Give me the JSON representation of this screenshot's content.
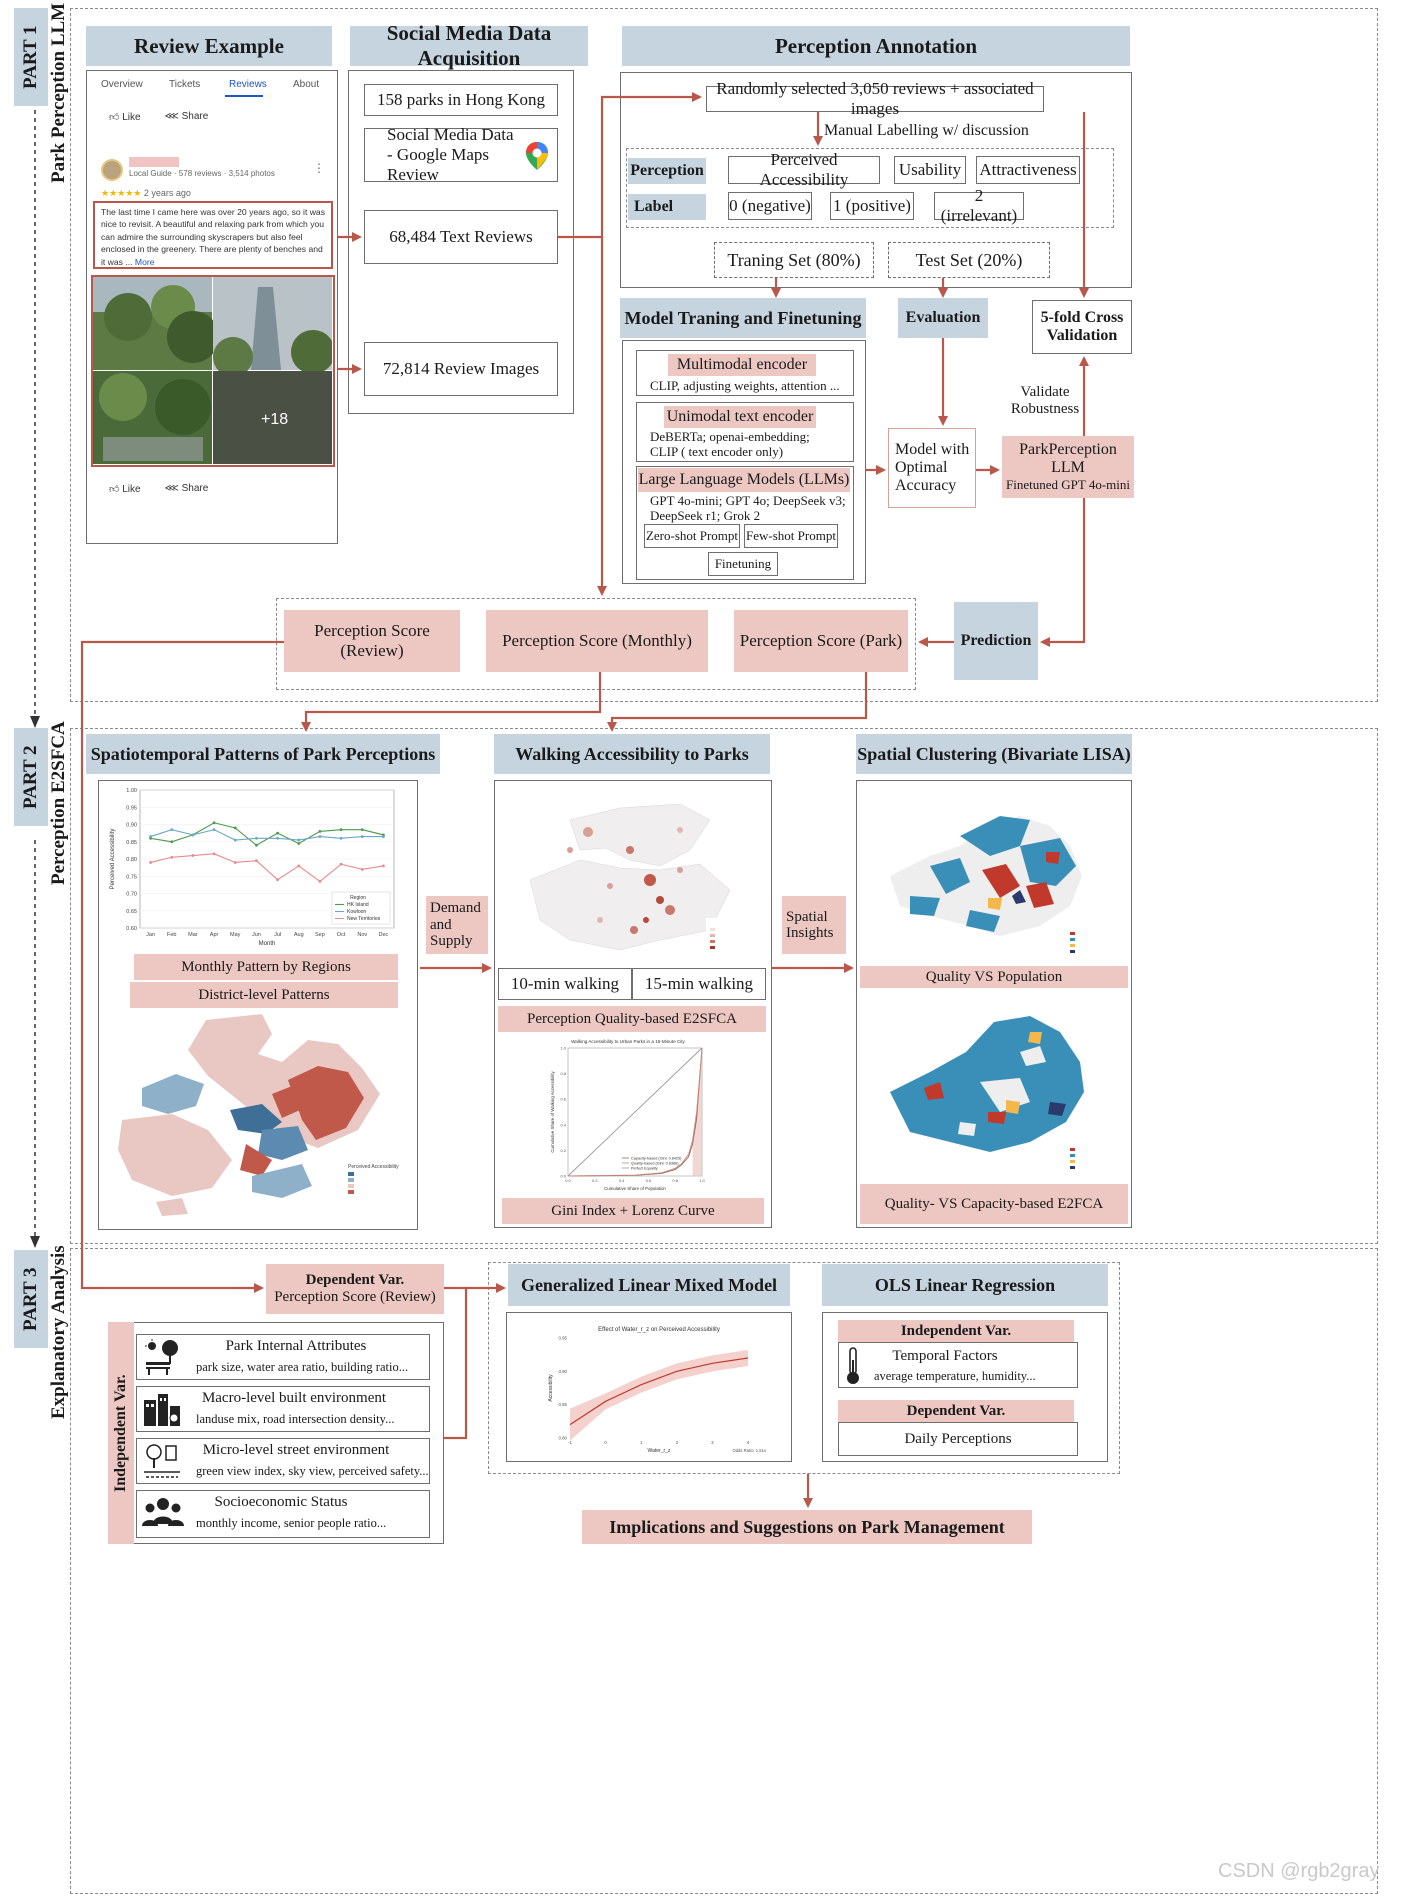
{
  "parts": [
    {
      "tag": "PART 1",
      "title": "Park Perception LLM"
    },
    {
      "tag": "PART 2",
      "title": "Perception E2SFCA"
    },
    {
      "tag": "PART 3",
      "title": "Explanatory Analysis"
    }
  ],
  "review_example": {
    "header": "Review Example",
    "tabs": [
      "Overview",
      "Tickets",
      "Reviews",
      "About"
    ],
    "like": "Like",
    "share": "Share",
    "reviewer_meta": "Local Guide · 578 reviews · 3,514 photos",
    "time": "2 years ago",
    "text": "The last time I came here was over 20 years ago, so it was nice to revisit. A beautiful and relaxing park from which you can admire the surrounding skyscrapers but also feel enclosed in the greenery. There are plenty of benches and it was ...",
    "more": "More",
    "photo_count": "+18"
  },
  "acquisition": {
    "header": "Social Media Data Acquisition",
    "items": [
      "158 parks in Hong Kong",
      "Social Media Data - Google Maps Review",
      "68,484 Text Reviews",
      "72,814 Review Images"
    ]
  },
  "annotation": {
    "header": "Perception Annotation",
    "sample": "Randomly selected 3,050 reviews + associated images",
    "manual": "Manual Labelling w/ discussion",
    "perception_label": "Perception",
    "perceptions": [
      "Perceived Accessibility",
      "Usability",
      "Attractiveness"
    ],
    "label_label": "Label",
    "labels": [
      "0 (negative)",
      "1 (positive)",
      "2 (irrelevant)"
    ],
    "train": "Traning Set (80%)",
    "test": "Test Set (20%)"
  },
  "model": {
    "header": "Model Traning and Finetuning",
    "groups": [
      {
        "title": "Multimodal encoder",
        "desc": "CLIP, adjusting weights, attention ..."
      },
      {
        "title": "Unimodal text encoder",
        "desc": "DeBERTa; openai-embedding; CLIP ( text encoder only)"
      },
      {
        "title": "Large Language Models (LLMs)",
        "desc": "GPT 4o-mini; GPT 4o; DeepSeek v3; DeepSeek r1; Grok 2"
      }
    ],
    "prompts": [
      "Zero-shot Prompt",
      "Few-shot Prompt",
      "Finetuning"
    ]
  },
  "evaluation": "Evaluation",
  "cross_validation": "5-fold Cross Validation",
  "validate": "Validate Robustness",
  "optimal": "Model with Optimal Accuracy",
  "parkllm": {
    "title": "ParkPerception LLM",
    "sub": "Finetuned GPT 4o-mini"
  },
  "prediction": "Prediction",
  "scores": [
    "Perception Score (Review)",
    "Perception Score (Monthly)",
    "Perception Score (Park)"
  ],
  "part2": {
    "spatiotemporal": {
      "header": "Spatiotemporal Patterns of Park Perceptions",
      "label1": "Monthly Pattern by Regions",
      "label2": "District-level Patterns"
    },
    "demand": "Demand and Supply",
    "walking": {
      "header": "Walking Accessibility to Parks",
      "tabs": [
        "10-min walking",
        "15-min walking"
      ],
      "label1": "Perception Quality-based E2SFCA",
      "label2": "Gini Index + Lorenz Curve"
    },
    "spatial_insights": "Spatial Insights",
    "lisa": {
      "header": "Spatial Clustering (Bivariate LISA)",
      "label1": "Quality VS Population",
      "label2": "Quality- VS Capacity-based E2FCA"
    }
  },
  "part3": {
    "dependent": {
      "title": "Dependent Var.",
      "sub": "Perception Score (Review)"
    },
    "independent_label": "Independent Var.",
    "independents": [
      {
        "title": "Park Internal Attributes",
        "sub": "park size, water area ratio, building ratio...",
        "icon": "park-bench-icon"
      },
      {
        "title": "Macro-level built environment",
        "sub": "landuse mix, road intersection density...",
        "icon": "city-buildings-icon"
      },
      {
        "title": "Micro-level street environment",
        "sub": "green view index, sky view, perceived safety...",
        "icon": "street-tree-icon"
      },
      {
        "title": "Socioeconomic Status",
        "sub": "monthly income, senior people ratio...",
        "icon": "people-group-icon"
      }
    ],
    "glmm": {
      "header": "Generalized Linear Mixed Model",
      "plot_title": "Effect of Water_r_z on Perceived Accessibility",
      "xlabel": "Water_r_z",
      "ylabel": "Accessibility",
      "note": "Odds Ratio: 1.51x"
    },
    "ols": {
      "header": "OLS Linear Regression",
      "indep_title": "Independent Var.",
      "indep_item": "Temporal Factors",
      "indep_sub": "average temperature, humidity...",
      "dep_title": "Dependent Var.",
      "dep_item": "Daily Perceptions"
    },
    "implications": "Implications and Suggestions on Park Management"
  },
  "watermark": "CSDN @rgb2gray",
  "colors": {
    "header_blue": "#c5d4df",
    "pink": "#edc8c3",
    "arrow": "#b9584a",
    "blue_dark": "#3f8fb8",
    "red_dark": "#c0392b"
  },
  "chart_data": [
    {
      "type": "line",
      "title": "",
      "xlabel": "Month",
      "ylabel": "Perceived Accessibility",
      "categories": [
        "Jan",
        "Feb",
        "Mar",
        "Apr",
        "May",
        "Jun",
        "Jul",
        "Aug",
        "Sep",
        "Oct",
        "Nov",
        "Dec"
      ],
      "ylim": [
        0.6,
        1.0
      ],
      "yticks": [
        "0.60",
        "0.65",
        "0.70",
        "0.75",
        "0.80",
        "0.85",
        "0.90",
        "0.95",
        "1.00"
      ],
      "legend_title": "Region",
      "legend_position": "bottom-right",
      "series": [
        {
          "name": "HK Island",
          "color": "#4a9a4a",
          "values": [
            0.86,
            0.85,
            0.87,
            0.905,
            0.89,
            0.84,
            0.875,
            0.845,
            0.88,
            0.885,
            0.885,
            0.87
          ]
        },
        {
          "name": "Kowloon",
          "color": "#6aa7c7",
          "values": [
            0.865,
            0.885,
            0.87,
            0.885,
            0.855,
            0.86,
            0.86,
            0.855,
            0.865,
            0.86,
            0.865,
            0.865
          ]
        },
        {
          "name": "New Territories",
          "color": "#e88a8a",
          "values": [
            0.79,
            0.805,
            0.81,
            0.815,
            0.79,
            0.795,
            0.74,
            0.78,
            0.735,
            0.785,
            0.77,
            0.78
          ]
        }
      ]
    },
    {
      "type": "line",
      "title": "Walking Accessibility to Urban Parks in a 15-Minute City",
      "xlabel": "Cumulative Share of Population",
      "ylabel": "Cumulative Share of Walking Accessibility",
      "xlim": [
        0,
        1
      ],
      "ylim": [
        0,
        1
      ],
      "series": [
        {
          "name": "Capacity-based (Gini: 0.8425)",
          "color": "#8b6b5a",
          "x": [
            0,
            0.5,
            0.7,
            0.8,
            0.85,
            0.9,
            0.93,
            0.96,
            1.0
          ],
          "y": [
            0,
            0.005,
            0.02,
            0.05,
            0.09,
            0.15,
            0.25,
            0.45,
            1.0
          ]
        },
        {
          "name": "Quality-based (Gini: 0.8386)",
          "color": "#d08a80",
          "x": [
            0,
            0.5,
            0.7,
            0.8,
            0.85,
            0.9,
            0.93,
            0.96,
            1.0
          ],
          "y": [
            0,
            0.007,
            0.025,
            0.06,
            0.1,
            0.17,
            0.28,
            0.5,
            1.0
          ]
        },
        {
          "name": "Perfect Equality",
          "color": "#9a9a9a",
          "x": [
            0,
            1
          ],
          "y": [
            0,
            1
          ]
        }
      ]
    },
    {
      "type": "line",
      "title": "Effect of Water_r_z on Perceived Accessibility",
      "xlabel": "Water_r_z",
      "ylabel": "Accessibility",
      "xlim": [
        -1,
        4
      ],
      "ylim": [
        0.8,
        0.95
      ],
      "series": [
        {
          "name": "",
          "color": "#c0392b",
          "x": [
            -1,
            0,
            1,
            2,
            3,
            4
          ],
          "y": [
            0.82,
            0.855,
            0.88,
            0.9,
            0.912,
            0.92
          ]
        }
      ]
    }
  ]
}
